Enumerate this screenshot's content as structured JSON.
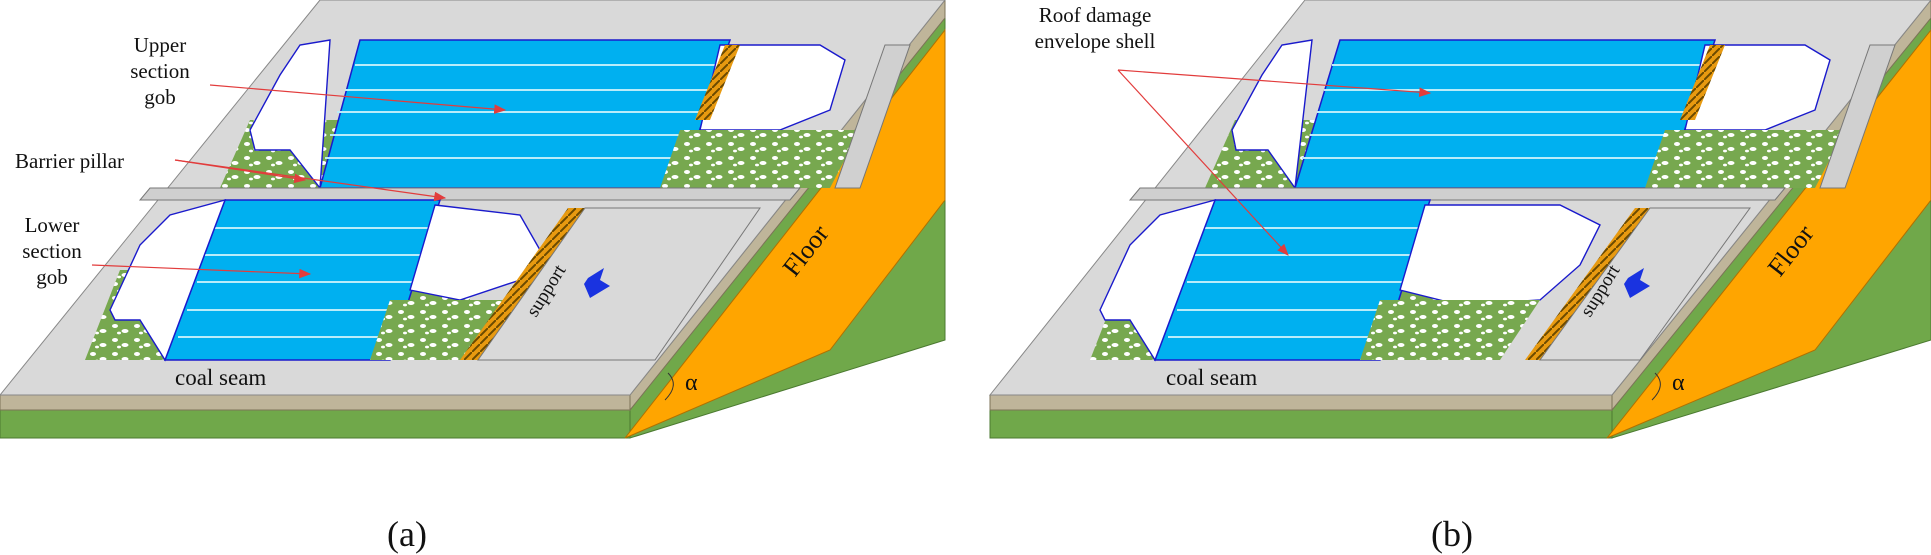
{
  "panel_a": {
    "label_upper_gob": [
      "Upper",
      "section",
      "gob"
    ],
    "label_barrier": "Barrier pillar",
    "label_lower_gob": [
      "Lower",
      "section",
      "gob"
    ],
    "label_coal_seam": "coal seam",
    "label_support": "support",
    "label_floor": "Floor",
    "label_alpha": "α",
    "caption": "(a)"
  },
  "panel_b": {
    "label_roof_damage": [
      "Roof damage",
      "envelope shell"
    ],
    "label_coal_seam": "coal seam",
    "label_support": "support",
    "label_floor": "Floor",
    "label_alpha": "α",
    "caption": "(b)"
  },
  "colors": {
    "gob": "#00b0f0",
    "gob_stripe": "#6fd3f2",
    "slab": "#d9d9d9",
    "coal": "#bfb59a",
    "floor": "#ffa500",
    "green": "#70a84a",
    "roof_edge": "#1a1acc",
    "arrow": "#e23c3c",
    "advance_arrow": "#1a33e0"
  }
}
